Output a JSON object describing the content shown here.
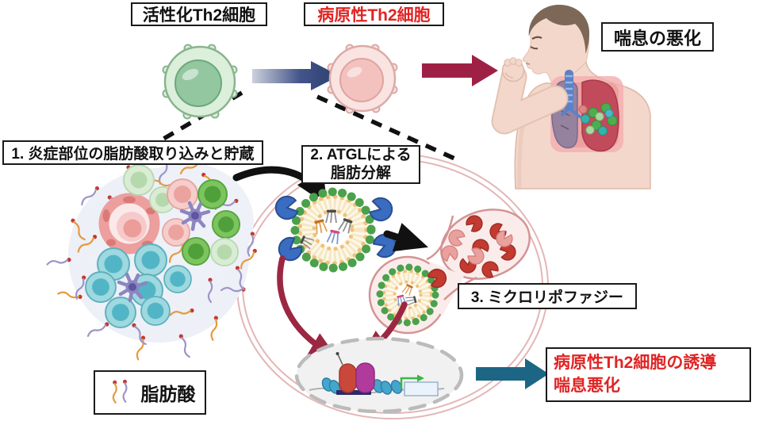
{
  "labels": {
    "activated_th2": "活性化Th2細胞",
    "pathogenic_th2": "病原性Th2細胞",
    "asthma_worsening": "喘息の悪化",
    "step1": "1. 炎症部位の脂肪酸取り込みと貯蔵",
    "step2_line1": "2. ATGLによる",
    "step2_line2": "脂肪分解",
    "step3": "3. ミクロリポファジー",
    "legend_fatty_acid": "脂肪酸",
    "outcome_line1": "病原性Th2細胞の誘導",
    "outcome_line2": "喘息悪化"
  },
  "colors": {
    "red_text": "#e02424",
    "navy_arrow": "#2c3f6e",
    "maroon_arrow": "#9e2145",
    "teal_arrow": "#1d6585",
    "black_arrow": "#111111",
    "nuclear_arrow_red": "#9c2742",
    "droplet_bead_green": "#4ba14b",
    "atgl_blue": "#3a6cc0",
    "lipase_red": "#c23a30",
    "membrane_pink": "#d49494",
    "fatty_acid_orange": "#e59a3f",
    "fatty_acid_purple": "#9d95c8",
    "skin": "#f3d7ca"
  }
}
